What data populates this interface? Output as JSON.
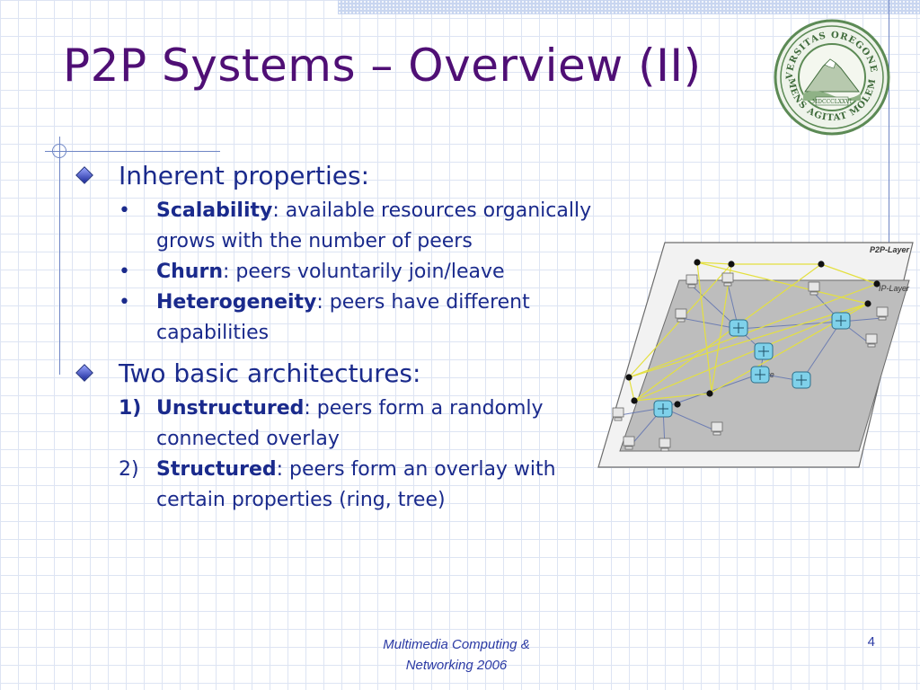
{
  "title": "P2P Systems – Overview (II)",
  "seal": {
    "ring_top": "UNIVERSITAS OREGONENSIS",
    "ring_bottom": "MENS AGITAT MOLEM",
    "year": "MDCCCLXXVI",
    "color": "#5c8a55"
  },
  "sections": [
    {
      "heading": "Inherent properties:",
      "items": [
        {
          "marker": "•",
          "term": "Scalability",
          "text": ": available resources organically grows with the number of peers"
        },
        {
          "marker": "•",
          "term": "Churn",
          "text": ": peers voluntarily join/leave"
        },
        {
          "marker": "•",
          "term": "Heterogeneity",
          "text": ": peers have different capabilities"
        }
      ]
    },
    {
      "heading": "Two basic architectures:",
      "items": [
        {
          "marker": "1)",
          "term": "Unstructured",
          "text": ": peers form a randomly connected overlay"
        },
        {
          "marker": "2)",
          "term": "Structured",
          "text": ": peers form an overlay with certain properties (ring, tree)"
        }
      ]
    }
  ],
  "diagram": {
    "p2p_layer_label": "P2P-Layer",
    "ip_layer_label": "IP-Layer",
    "core_label": "Core"
  },
  "footer": {
    "line1": "Multimedia Computing &",
    "line2": "Networking 2006",
    "page_number": "4"
  },
  "colors": {
    "title": "#4f0f75",
    "body_text": "#1a2a8c",
    "footer_text": "#2b3aa4",
    "overlay_links": "#e4e040",
    "rules": "#6f86c5"
  }
}
